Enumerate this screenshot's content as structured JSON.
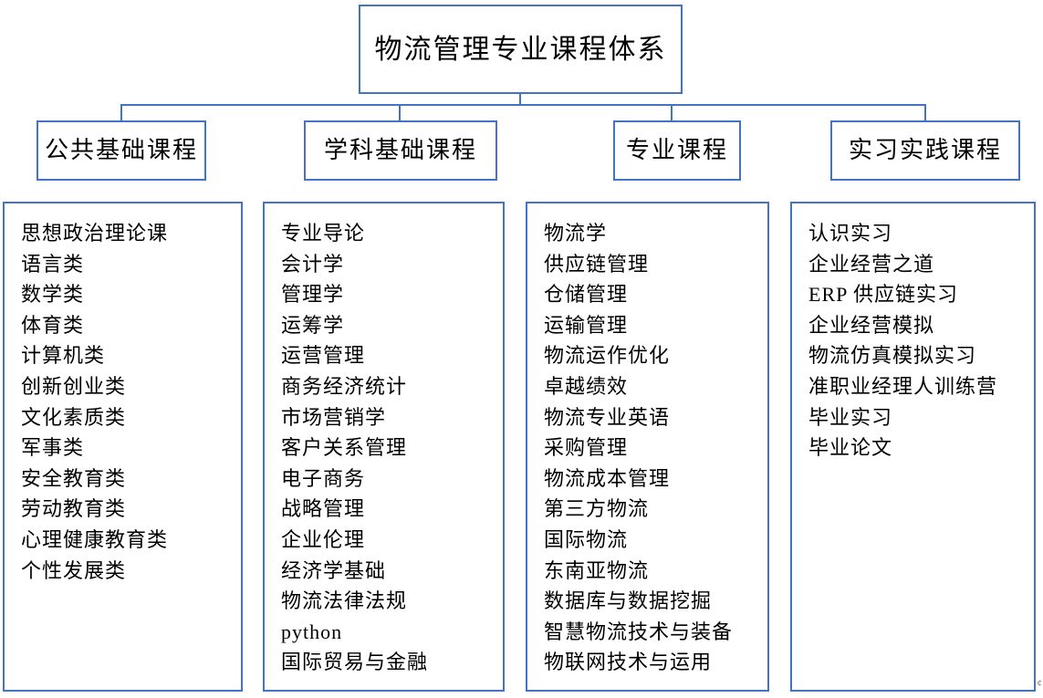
{
  "diagram": {
    "title": "物流管理专业课程体系",
    "accent_color": "#4472C4",
    "background_color": "#FFFFFF",
    "text_color": "#000000"
  },
  "categories": [
    {
      "label": "公共基础课程"
    },
    {
      "label": "学科基础课程"
    },
    {
      "label": "专业课程"
    },
    {
      "label": "实习实践课程"
    }
  ],
  "columns": [
    {
      "category": "公共基础课程",
      "courses": [
        "思想政治理论课",
        "语言类",
        "数学类",
        "体育类",
        "计算机类",
        "创新创业类",
        "文化素质类",
        "军事类",
        "安全教育类",
        "劳动教育类",
        "心理健康教育类",
        "个性发展类"
      ]
    },
    {
      "category": "学科基础课程",
      "courses": [
        "专业导论",
        "会计学",
        "管理学",
        "运筹学",
        "运营管理",
        "商务经济统计",
        "市场营销学",
        "客户关系管理",
        "电子商务",
        "战略管理",
        "企业伦理",
        "经济学基础",
        "物流法律法规",
        "python",
        "国际贸易与金融"
      ]
    },
    {
      "category": "专业课程",
      "courses": [
        "物流学",
        "供应链管理",
        "仓储管理",
        "运输管理",
        "物流运作优化",
        "卓越绩效",
        "物流专业英语",
        "采购管理",
        "物流成本管理",
        "第三方物流",
        "国际物流",
        "东南亚物流",
        "数据库与数据挖掘",
        "智慧物流技术与装备",
        "物联网技术与运用"
      ]
    },
    {
      "category": "实习实践课程",
      "courses": [
        "认识实习",
        "企业经营之道",
        "ERP 供应链实习",
        "企业经营模拟",
        "物流仿真模拟实习",
        "准职业经理人训练营",
        "毕业实习",
        "毕业论文"
      ]
    }
  ],
  "artifacts": {
    "edge_mark": "¢"
  }
}
